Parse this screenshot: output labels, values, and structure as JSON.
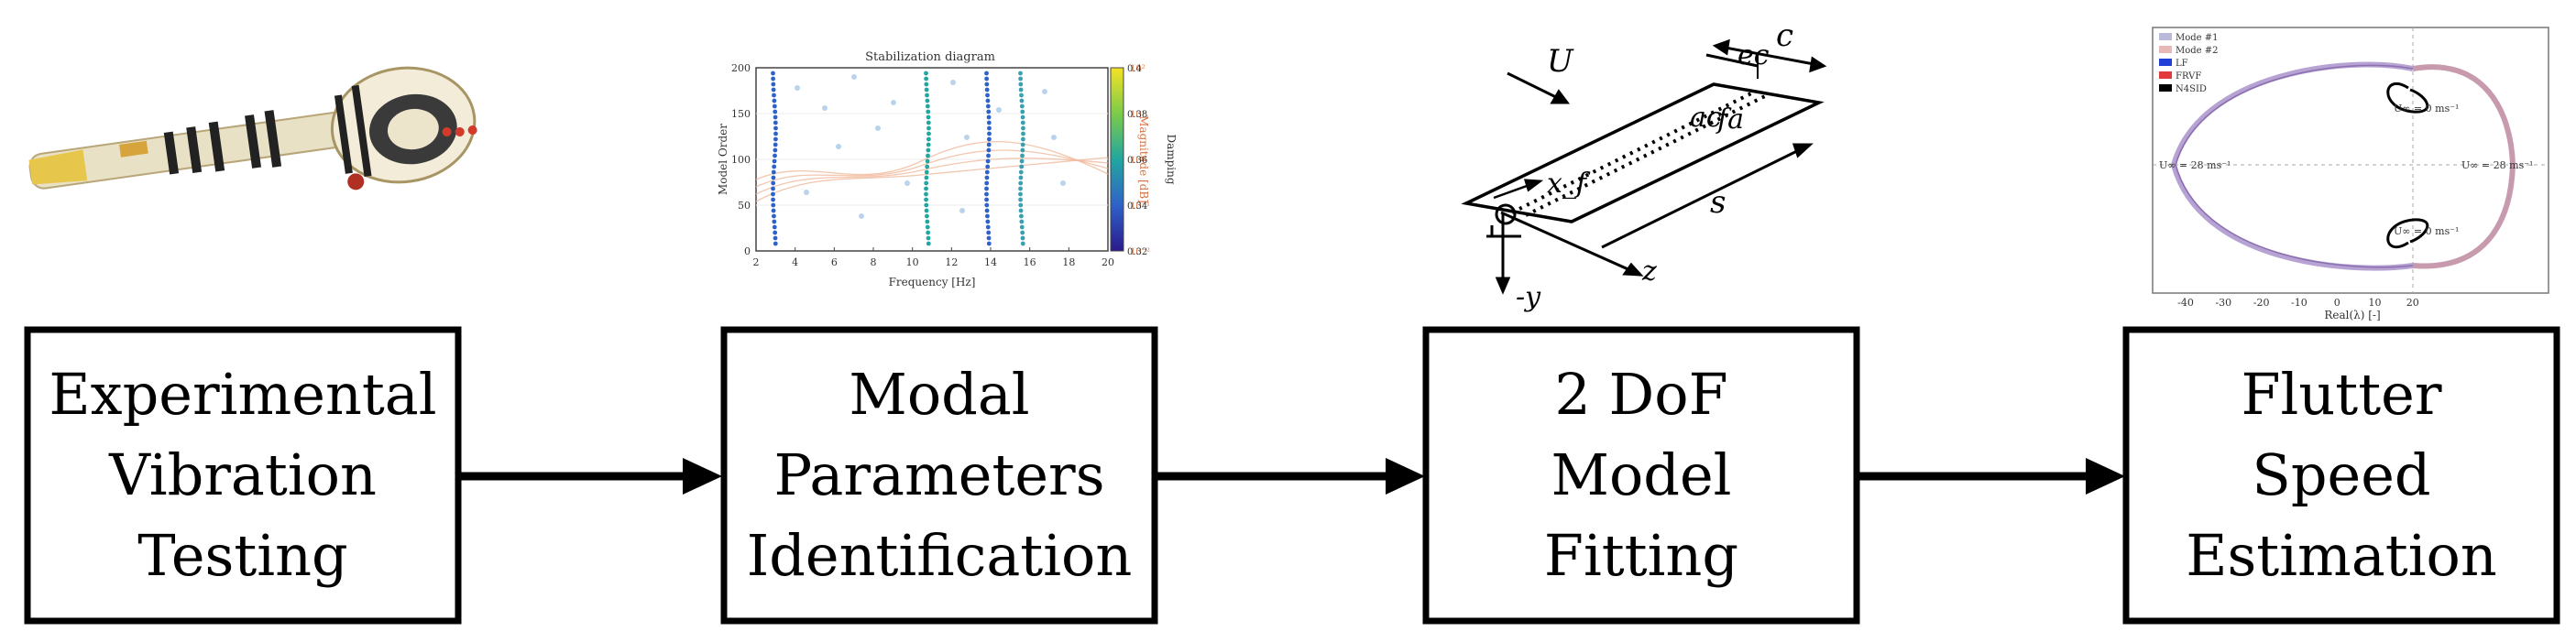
{
  "steps": [
    {
      "lines": [
        "Experimental",
        "Vibration",
        "Testing"
      ]
    },
    {
      "lines": [
        "Modal",
        "Parameters",
        "Identification"
      ]
    },
    {
      "lines": [
        "2 DoF",
        "Model",
        "Fitting"
      ]
    },
    {
      "lines": [
        "Flutter",
        "Speed",
        "Estimation"
      ]
    }
  ],
  "stabilization": {
    "title": "Stabilization diagram",
    "xlabel": "Frequency [Hz]",
    "ylabel": "Model Order",
    "y2label": "Magnitude [dB]",
    "clabel": "Damping",
    "xticks": [
      "2",
      "4",
      "6",
      "8",
      "10",
      "12",
      "14",
      "16",
      "18",
      "20"
    ],
    "yticks": [
      "0",
      "50",
      "100",
      "150",
      "200"
    ],
    "y2ticks": [
      "10²",
      "10¹",
      "10⁰",
      "10⁻¹",
      "10⁻²"
    ],
    "cticks": [
      "0.4",
      "0.38",
      "0.36",
      "0.34",
      "0.32"
    ]
  },
  "model_sketch": {
    "U": "U",
    "c": "c",
    "ec": "ec",
    "ac": "ac",
    "fa": "fa",
    "xf": "x_f",
    "s": "s",
    "z": "z",
    "ny": "-y"
  },
  "root_locus": {
    "legend": [
      "Mode #1",
      "Mode #2",
      "LF",
      "FRVF",
      "N4SID"
    ],
    "legend_colors": [
      "#b9b9d8",
      "#e6b8b8",
      "#1f3fd6",
      "#e03a3a",
      "#000000"
    ],
    "label_u0_top": "U∞ = 0 ms⁻¹",
    "label_u0_bottom": "U∞ = 0 ms⁻¹",
    "label_u28_left": "U∞ = 28 ms⁻¹",
    "label_u28_right": "U∞ = 28 ms⁻¹",
    "xticks": [
      "-40",
      "-30",
      "-20",
      "-10",
      "0",
      "10",
      "20"
    ],
    "xlabel": "Real(λ) [-]"
  }
}
